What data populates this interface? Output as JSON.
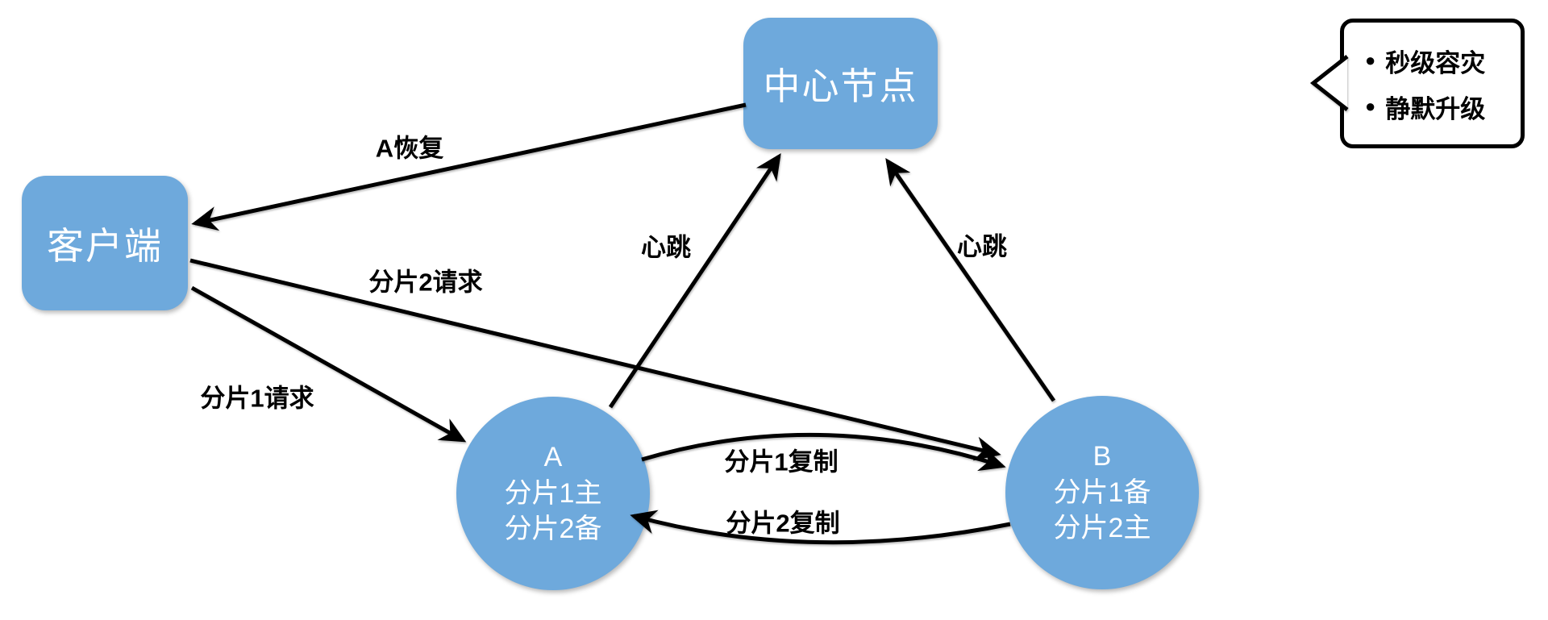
{
  "nodes": {
    "center": {
      "label": "中心节点"
    },
    "client": {
      "label": "客户端"
    },
    "node_a": {
      "title": "A",
      "role1": "分片1主",
      "role2": "分片2备"
    },
    "node_b": {
      "title": "B",
      "role1": "分片1备",
      "role2": "分片2主"
    }
  },
  "edge_labels": {
    "a_recover": "A恢复",
    "shard2_request": "分片2请求",
    "shard1_request": "分片1请求",
    "heartbeat_a": "心跳",
    "heartbeat_b": "心跳",
    "shard1_replicate": "分片1复制",
    "shard2_replicate": "分片2复制"
  },
  "callout": {
    "bullet": "●",
    "items": [
      "秒级容灾",
      "静默升级"
    ]
  },
  "colors": {
    "node_fill": "#6EA9DC",
    "node_text": "#FFFFFF",
    "line": "#000000"
  }
}
